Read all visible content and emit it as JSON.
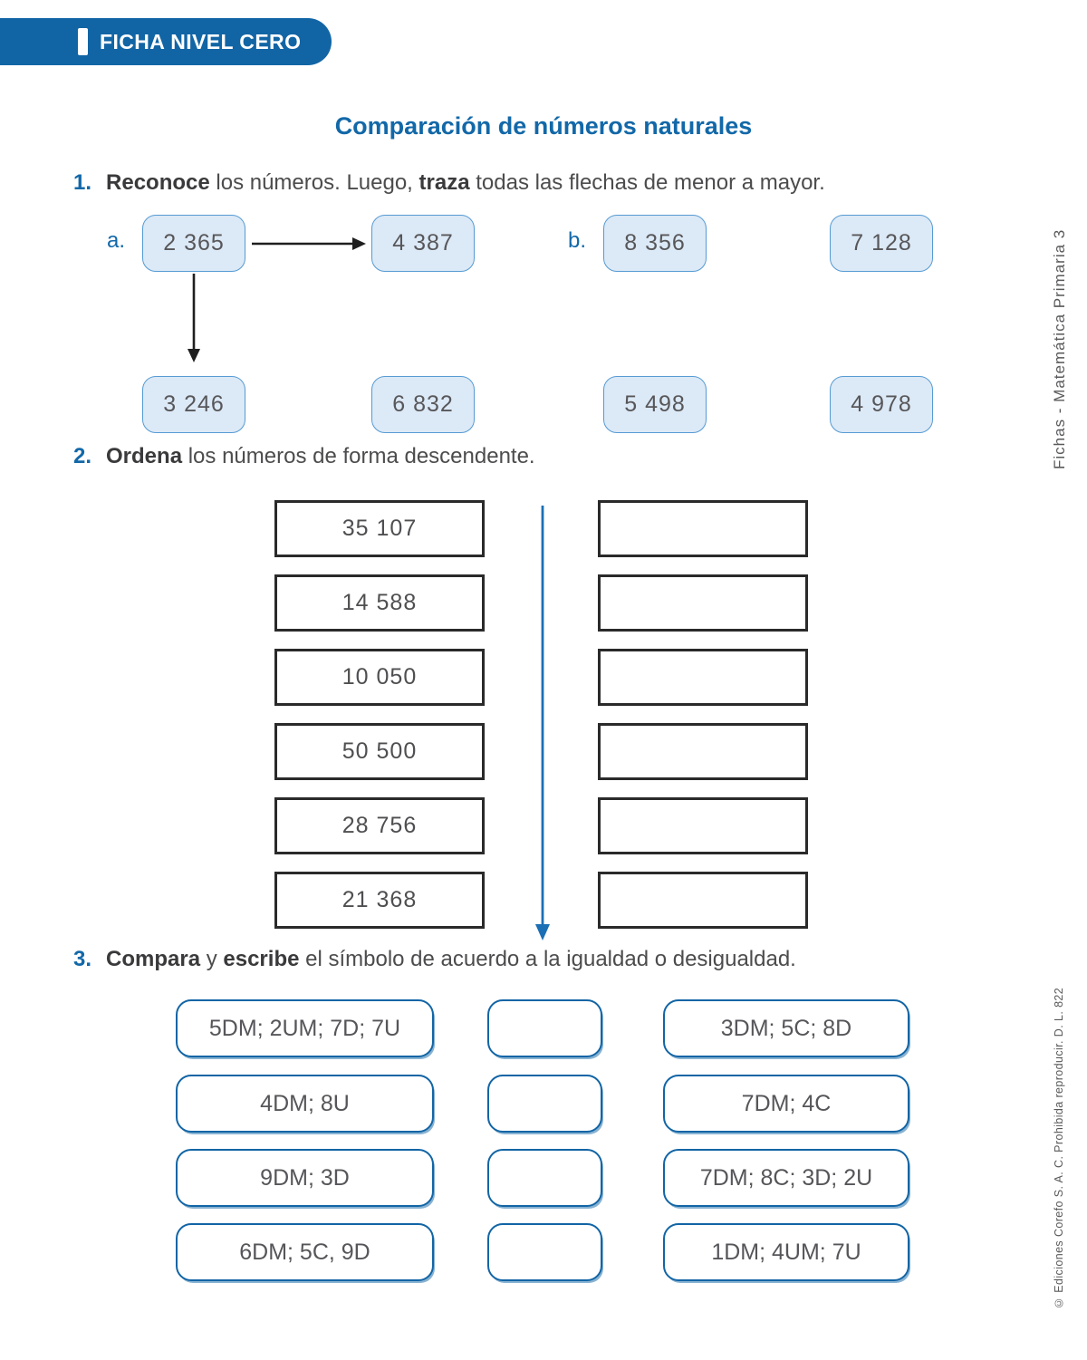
{
  "banner": {
    "label": "FICHA NIVEL CERO"
  },
  "title": "Comparación de números naturales",
  "margin_notes": {
    "top": "Fichas - Matemática Primaria 3",
    "bottom": "© Ediciones Corefo S. A. C. Prohibida reproducir. D. L. 822"
  },
  "exercise1": {
    "number": "1.",
    "parts": [
      "Reconoce",
      " los números. Luego, ",
      "traza",
      " todas las flechas de menor a mayor."
    ],
    "label_a": "a.",
    "label_b": "b.",
    "row1": [
      "2 365",
      "4 387",
      "8 356",
      "7 128"
    ],
    "row2": [
      "3 246",
      "6 832",
      "5 498",
      "4 978"
    ]
  },
  "exercise2": {
    "number": "2.",
    "parts": [
      "Ordena",
      " los números de forma descendente."
    ],
    "numbers": [
      "35 107",
      "14 588",
      "10 050",
      "50 500",
      "28 756",
      "21 368"
    ]
  },
  "exercise3": {
    "number": "3.",
    "parts": [
      "Compara",
      " y ",
      "escribe",
      " el símbolo de acuerdo a la igualdad o desigualdad."
    ],
    "rows": [
      {
        "left": "5DM; 2UM; 7D; 7U",
        "right": "3DM; 5C; 8D"
      },
      {
        "left": "4DM; 8U",
        "right": "7DM; 4C"
      },
      {
        "left": "9DM; 3D",
        "right": "7DM; 8C; 3D; 2U"
      },
      {
        "left": "6DM; 5C, 9D",
        "right": "1DM; 4UM; 7U"
      }
    ]
  },
  "colors": {
    "brand_blue": "#1265a5",
    "title_blue": "#1268a8",
    "box_fill_light_blue": "#dce9f6",
    "box_border_blue": "#569bd3",
    "arrow_blue": "#1b6fb5",
    "text_gray": "#4c4c4e"
  }
}
